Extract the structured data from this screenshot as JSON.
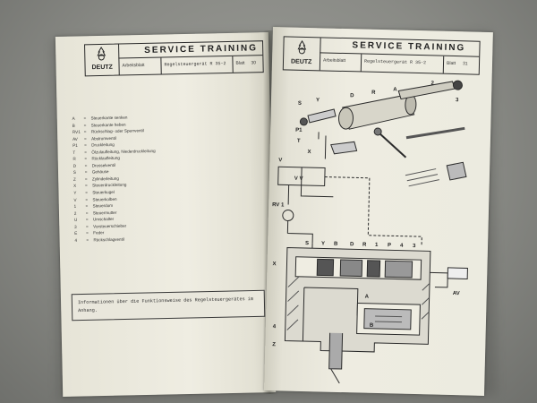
{
  "left_page": {
    "header": {
      "title": "SERVICE TRAINING",
      "brand": "DEUTZ",
      "field_label": "Arbeitsblatt",
      "field_value": "Regelsteuergerät R 35-2",
      "sheet_label": "Blatt",
      "sheet_number": "30"
    },
    "legend": [
      {
        "sym": "A",
        "text": "Steuerkante senken"
      },
      {
        "sym": "B",
        "text": "Steuerkante heben"
      },
      {
        "sym": "RV1",
        "text": "Rückschlag- oder Sperrventil"
      },
      {
        "sym": "AV",
        "text": "Abstromventil"
      },
      {
        "sym": "P1",
        "text": "Druckleitung"
      },
      {
        "sym": "T",
        "text": "Ölzulaufleitung, Niederdruckleitung"
      },
      {
        "sym": "R",
        "text": "Rücklaufleitung"
      },
      {
        "sym": "D",
        "text": "Drosselventil"
      },
      {
        "sym": "S",
        "text": "Gehäuse"
      },
      {
        "sym": "Z",
        "text": "Zylinderleitung"
      },
      {
        "sym": "X",
        "text": "Steuerdruckleitung"
      },
      {
        "sym": "Y",
        "text": "Steuerkugel"
      },
      {
        "sym": "V",
        "text": "Steuerkolben"
      },
      {
        "sym": "1",
        "text": "Steuerdom"
      },
      {
        "sym": "2",
        "text": "Steuermutter"
      },
      {
        "sym": "U",
        "text": "Umschalter"
      },
      {
        "sym": "3",
        "text": "Vorsteuerschieber"
      },
      {
        "sym": "E",
        "text": "Feder"
      },
      {
        "sym": "4",
        "text": "Rückschlagventil"
      }
    ],
    "note": "Informationen über die Funktionsweise des Regelsteuergerätes im Anhang."
  },
  "right_page": {
    "header": {
      "title": "SERVICE TRAINING",
      "brand": "DEUTZ",
      "field_label": "Arbeitsblatt",
      "field_value": "Regelsteuergerät R 35-2",
      "sheet_label": "Blatt",
      "sheet_number": "31"
    },
    "diagram_labels": {
      "top_row": [
        "S",
        "Y",
        "D",
        "R",
        "A",
        "2",
        "3"
      ],
      "left_labels": [
        "P1",
        "T",
        "X",
        "V"
      ],
      "valve_labels": [
        "V V",
        "RV 1"
      ],
      "section_row": [
        "S",
        "Y",
        "B",
        "D",
        "R",
        "1",
        "P",
        "4",
        "3"
      ],
      "side_labels": [
        "X",
        "A",
        "B",
        "4",
        "Z",
        "AV"
      ]
    }
  },
  "colors": {
    "paper": "#eeece0",
    "ink": "#2a2a2a",
    "background": "#8a8b87"
  }
}
